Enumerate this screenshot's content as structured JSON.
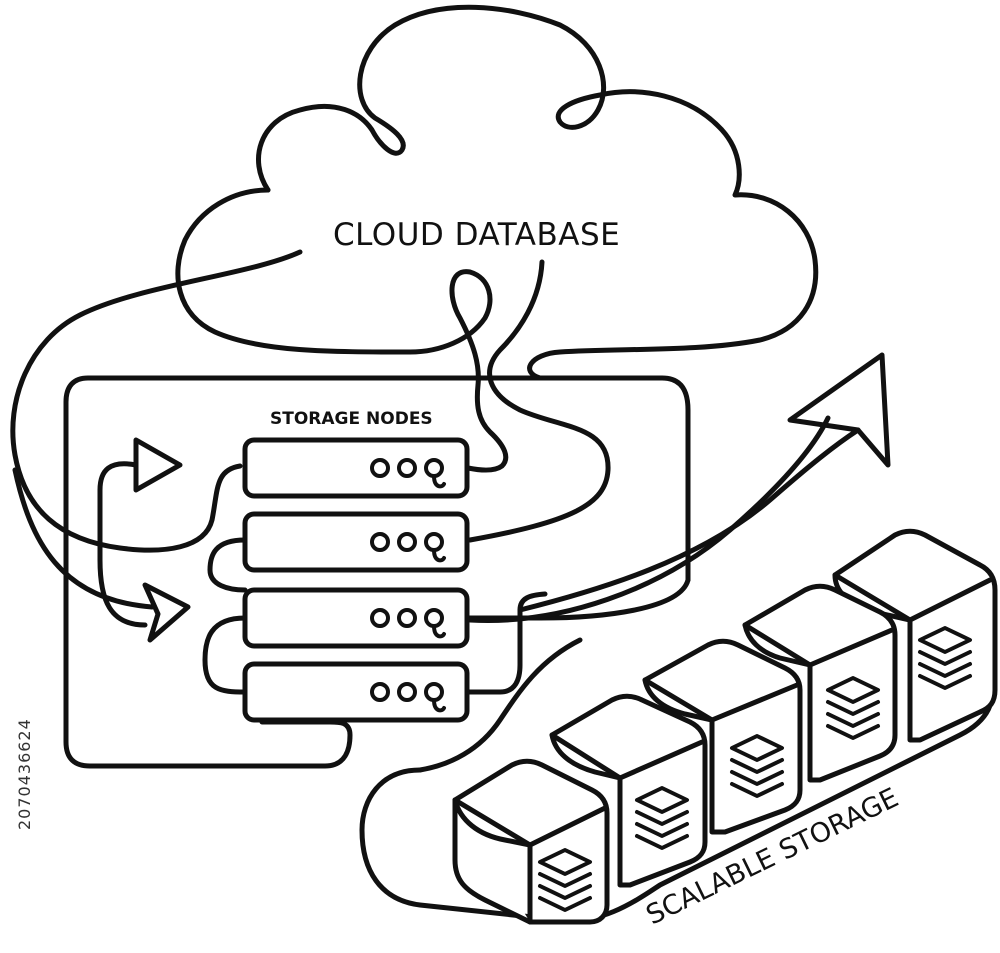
{
  "labels": {
    "cloud_title": "CLOUD DATABASE",
    "storage_nodes": "STORAGE NODES",
    "scalable_storage": "SCALABLE STORAGE",
    "stock_id": "2070436624"
  },
  "colors": {
    "line": "#111111",
    "background": "#ffffff"
  },
  "icons": {
    "cloud": "cloud-icon",
    "server": "server-unit-icon",
    "arrow": "growth-arrow-icon",
    "play": "play-arrow-icon",
    "stack": "disk-stack-icon",
    "storage_box": "storage-box-icon"
  },
  "server_units": 4,
  "storage_boxes": 5
}
